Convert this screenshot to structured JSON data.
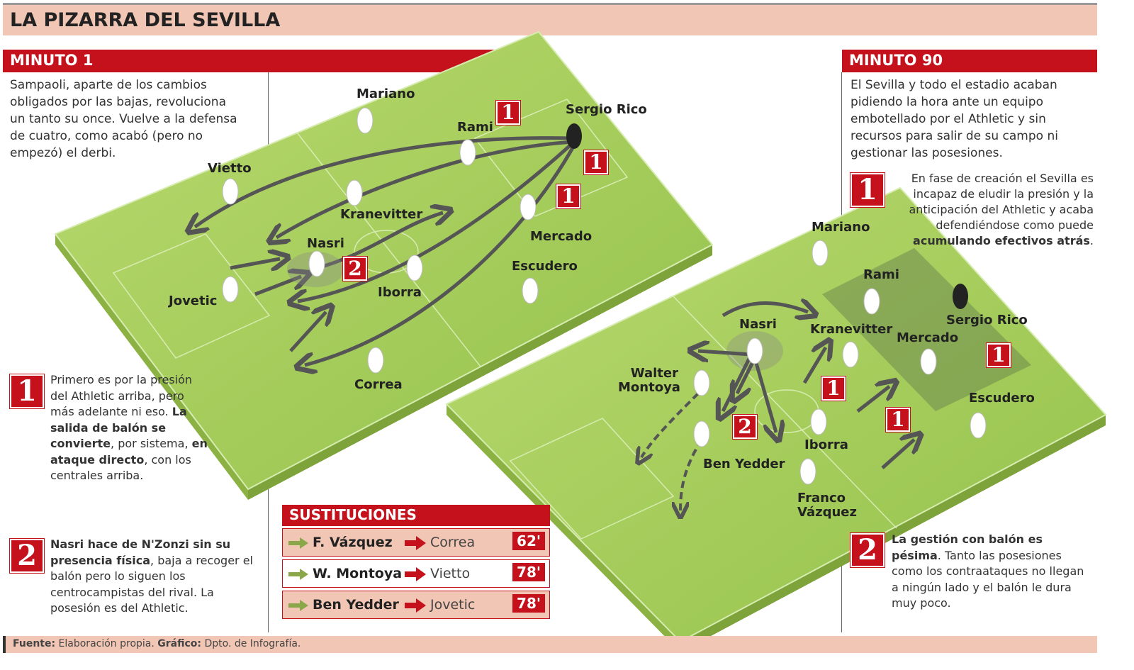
{
  "title": "LA PIZARRA DEL SEVILLA",
  "colors": {
    "accent": "#c4111b",
    "band": "#f2c6b4",
    "pitch": "#a6cf5a"
  },
  "minuto1": {
    "header": "MINUTO 1",
    "intro": "Sampaoli, aparte de los cambios obligados por las bajas, revoluciona un tanto su once. Vuelve a la defensa de cuatro, como acabó (pero no empezó) el derbi.",
    "note1": {
      "num": "1",
      "text_a": "Primero es por la presión del Athletic arriba, pero más adelante ni eso. ",
      "bold_a": "La salida de balón se convierte",
      "text_b": ", por sistema, ",
      "bold_b": "en ataque directo",
      "text_c": ", con los centrales arriba."
    },
    "note2": {
      "num": "2",
      "bold": "Nasri hace de N'Zonzi sin su presencia física",
      "text": ", baja a recoger el balón pero lo siguen los centrocampistas del rival. La posesión es del Athletic."
    },
    "players": [
      "Mariano",
      "Rami",
      "Sergio Rico",
      "Vietto",
      "Kranevitter",
      "Nasri",
      "Mercado",
      "Escudero",
      "Jovetic",
      "Iborra",
      "Correa"
    ],
    "badges": [
      "1",
      "1",
      "1",
      "2"
    ]
  },
  "minuto90": {
    "header": "MINUTO 90",
    "intro": "El Sevilla y todo el estadio acaban pidiendo la hora ante un equipo embotellado por el Athletic y sin recursos para salir de su campo ni gestionar las posesiones.",
    "note1": {
      "num": "1",
      "text": "En fase de creación el Sevilla es incapaz de eludir la presión y la anticipación del Athletic y acaba defendiéndose como puede ",
      "bold": "acumulando efectivos atrás",
      "end": "."
    },
    "note2": {
      "num": "2",
      "bold": "La gestión con balón es pésima",
      "text": ". Tanto las posesiones como los contraataques no llegan a ningún lado y el balón le dura muy poco."
    },
    "players": [
      "Mariano",
      "Rami",
      "Sergio Rico",
      "Nasri",
      "Kranevitter",
      "Mercado",
      "Walter Montoya",
      "Escudero",
      "Ben Yedder",
      "Iborra",
      "Franco Vázquez"
    ],
    "badges": [
      "1",
      "1",
      "1",
      "2"
    ]
  },
  "sustituciones": {
    "header": "SUSTITUCIONES",
    "rows": [
      {
        "in": "F. Vázquez",
        "out": "Correa",
        "minute": "62'"
      },
      {
        "in": "W. Montoya",
        "out": "Vietto",
        "minute": "78'"
      },
      {
        "in": "Ben Yedder",
        "out": "Jovetic",
        "minute": "78'"
      }
    ]
  },
  "footer": {
    "fuente_label": "Fuente:",
    "fuente": " Elaboración propia. ",
    "grafico_label": "Gráfico:",
    "grafico": " Dpto. de Infografía."
  }
}
